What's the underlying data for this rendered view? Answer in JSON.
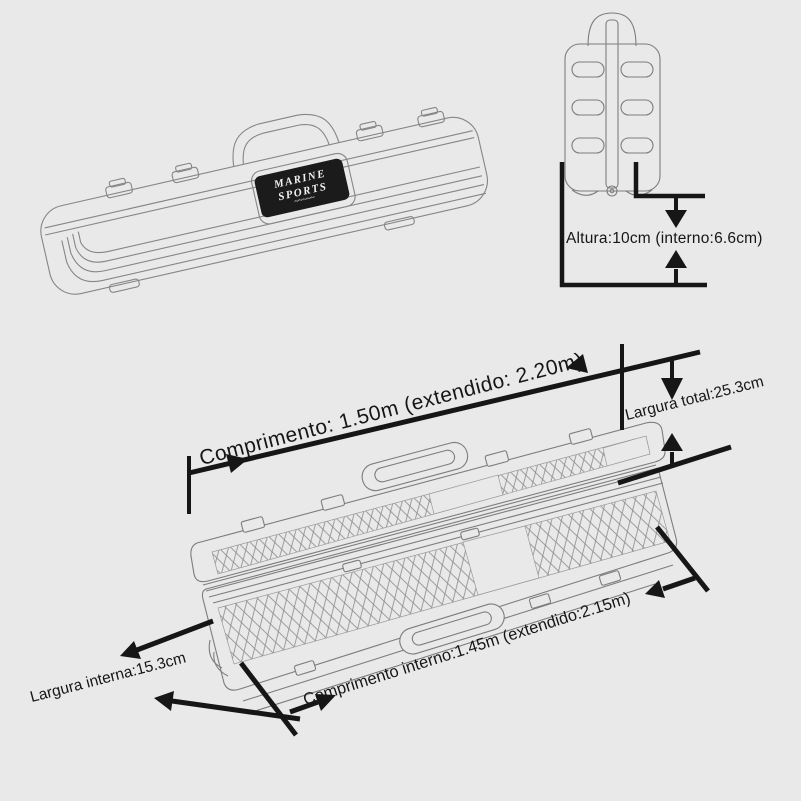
{
  "page": {
    "background_color": "#e9e9e9",
    "ink_color": "#161616",
    "lineart_color": "#7d7d7d",
    "description_labels": "product dimension diagram of a fishing rod hard case"
  },
  "product": {
    "brand_line1": "MARINE",
    "brand_line2": "SPORTS",
    "brand_wave": "~~~~~"
  },
  "dimensions": {
    "altura": "Altura:10cm (interno:6.6cm)",
    "comprimento": "Comprimento: 1.50m (extendido: 2.20m)",
    "largura_total": "Largura total:25.3cm",
    "largura_interna": "Largura interna:15.3cm",
    "comprimento_interno": "Comprimento interno:1.45m (extendido:2.15m)"
  }
}
